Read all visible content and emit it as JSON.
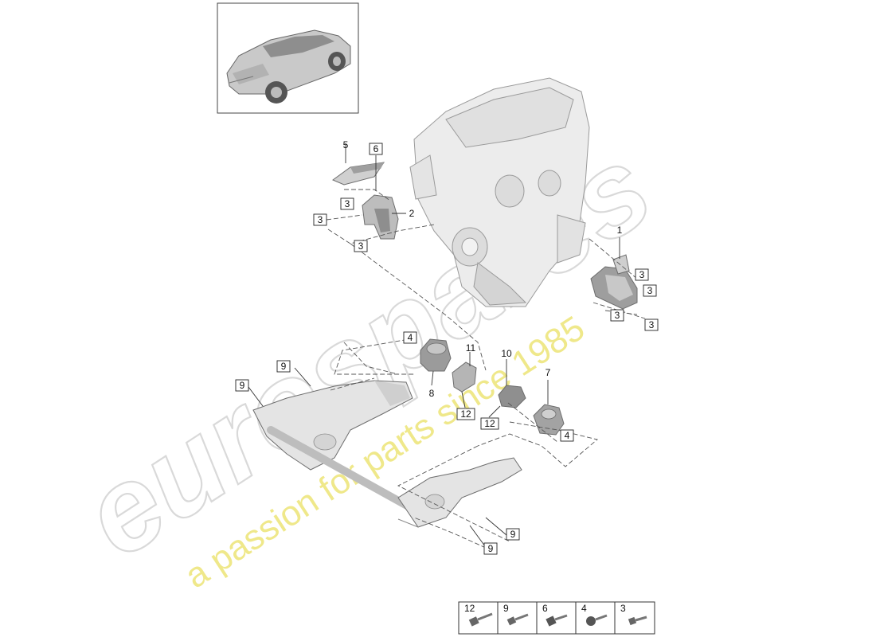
{
  "watermark": {
    "brand": "eurospares",
    "tagline": "a passion for parts since 1985"
  },
  "callouts": [
    {
      "id": "c1",
      "label": "1"
    },
    {
      "id": "c2",
      "label": "2"
    },
    {
      "id": "c3a",
      "label": "3"
    },
    {
      "id": "c3b",
      "label": "3"
    },
    {
      "id": "c3c",
      "label": "3"
    },
    {
      "id": "c3d",
      "label": "3"
    },
    {
      "id": "c3e",
      "label": "3"
    },
    {
      "id": "c3f",
      "label": "3"
    },
    {
      "id": "c3g",
      "label": "3"
    },
    {
      "id": "c4a",
      "label": "4"
    },
    {
      "id": "c4b",
      "label": "4"
    },
    {
      "id": "c5",
      "label": "5"
    },
    {
      "id": "c6",
      "label": "6"
    },
    {
      "id": "c7",
      "label": "7"
    },
    {
      "id": "c8",
      "label": "8"
    },
    {
      "id": "c9a",
      "label": "9"
    },
    {
      "id": "c9b",
      "label": "9"
    },
    {
      "id": "c9c",
      "label": "9"
    },
    {
      "id": "c9d",
      "label": "9"
    },
    {
      "id": "c10",
      "label": "10"
    },
    {
      "id": "c11",
      "label": "11"
    },
    {
      "id": "c12a",
      "label": "12"
    },
    {
      "id": "c12b",
      "label": "12"
    }
  ],
  "fastener_legend": [
    {
      "label": "12",
      "icon": "hex-bolt-long-icon"
    },
    {
      "label": "9",
      "icon": "hex-bolt-icon"
    },
    {
      "label": "6",
      "icon": "flange-bolt-icon"
    },
    {
      "label": "4",
      "icon": "hex-nut-bolt-icon"
    },
    {
      "label": "3",
      "icon": "short-bolt-icon"
    }
  ],
  "colors": {
    "part_fill": "#e6e6e6",
    "part_dark": "#9a9a9a",
    "line": "#333333",
    "watermark_grey": "#d9d9d9",
    "watermark_yellow": "#efe88a"
  }
}
